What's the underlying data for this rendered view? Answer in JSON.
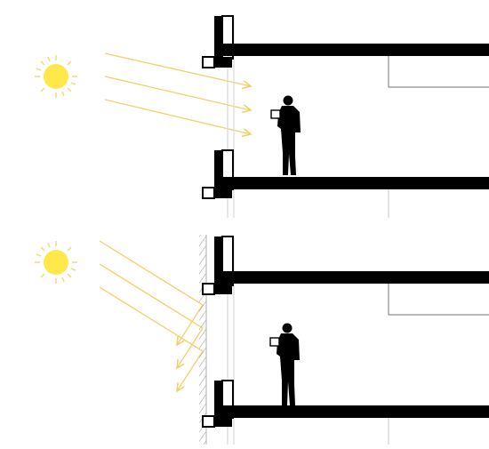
{
  "diagram": {
    "panels": [
      {
        "id": "top",
        "condition": "sun-enters-room"
      },
      {
        "id": "bottom",
        "condition": "sun-reflected-by-outer-screen"
      }
    ],
    "colors": {
      "structure": "#000000",
      "sun_core": "#ffe84a",
      "sun_rays": "#f6d98a",
      "light_arrow": "#f2d06a",
      "glass_line": "#d8d8d8",
      "screen_hatch": "#9a9a9a",
      "ceiling_detail": "#8c8c8c"
    },
    "icons": [
      "sun-icon",
      "person-reading-icon",
      "light-arrow-icon",
      "hatched-screen-icon"
    ]
  }
}
